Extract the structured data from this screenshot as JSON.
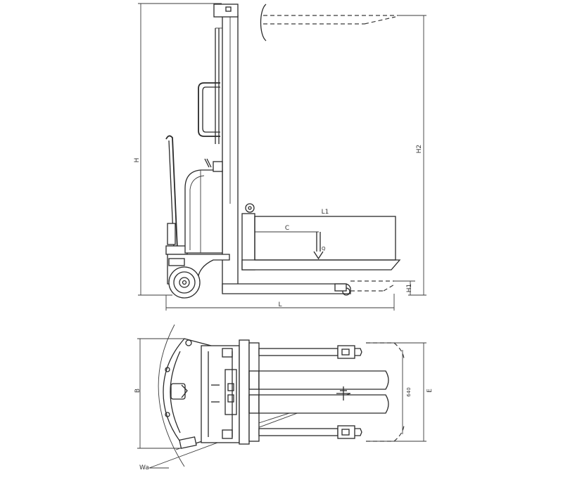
{
  "labels": {
    "H": "H",
    "H2": "H2",
    "H1": "H1",
    "L": "L",
    "L1": "L1",
    "C": "C",
    "Q": "Q",
    "B": "B",
    "E": "E",
    "Wa": "Wa",
    "fork_spread": "640"
  },
  "colors": {
    "line": "#2a2a2a",
    "background": "#ffffff"
  }
}
